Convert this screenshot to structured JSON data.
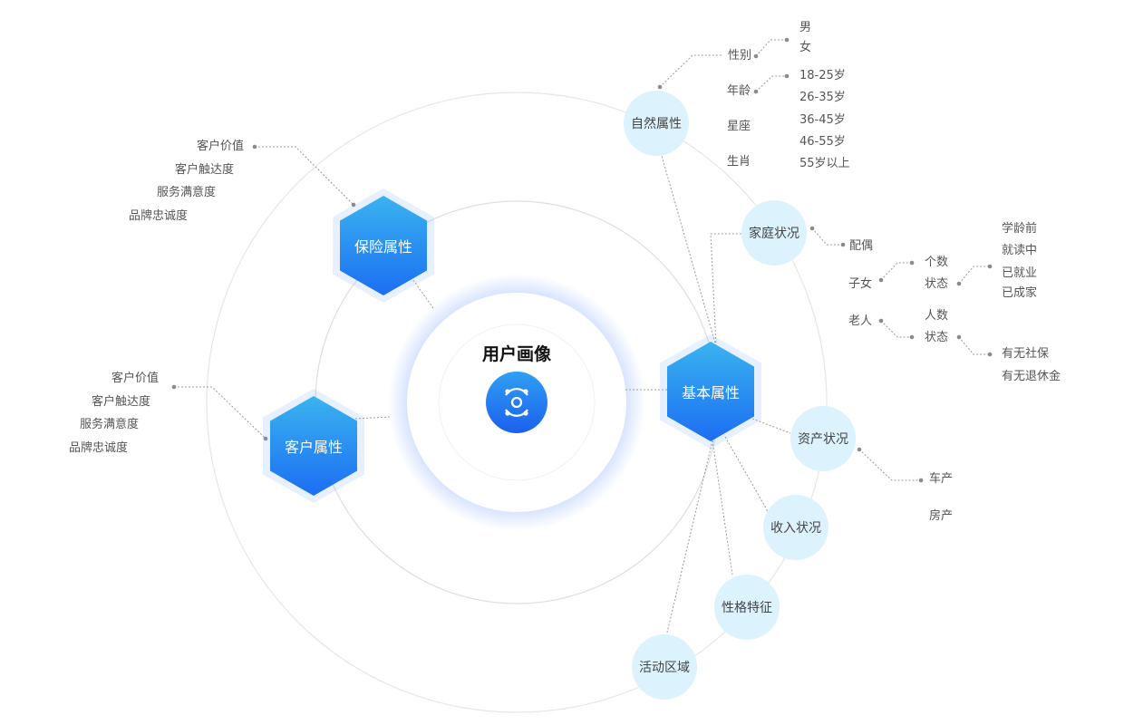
{
  "center": {
    "title": "用户画像",
    "icon": "user-portrait-icon"
  },
  "colors": {
    "hex_top": "#3ab3f0",
    "hex_bottom": "#1c6ef2",
    "bubble": "#dcf2fd"
  },
  "insurance": {
    "title": "保险属性",
    "items": [
      "客户价值",
      "客户触达度",
      "服务满意度",
      "品牌忠诚度"
    ]
  },
  "customer": {
    "title": "客户属性",
    "items": [
      "客户价值",
      "客户触达度",
      "服务满意度",
      "品牌忠诚度"
    ]
  },
  "basic": {
    "title": "基本属性",
    "natural": {
      "title": "自然属性",
      "fields": [
        "性别",
        "年龄",
        "星座",
        "生肖"
      ],
      "gender": [
        "男",
        "女"
      ],
      "ages": [
        "18-25岁",
        "26-35岁",
        "36-45岁",
        "46-55岁",
        "55岁以上"
      ]
    },
    "family": {
      "title": "家庭状况",
      "spouse": "配偶",
      "children": "子女",
      "elderly": "老人",
      "count": "个数",
      "status": "状态",
      "people_count": "人数",
      "children_status": [
        "学龄前",
        "就读中",
        "已就业",
        "已成家"
      ],
      "elderly_status": [
        "有无社保",
        "有无退休金"
      ]
    },
    "assets": {
      "title": "资产状况",
      "items": [
        "车产",
        "房产"
      ]
    },
    "income": {
      "title": "收入状况"
    },
    "personality": {
      "title": "性格特征"
    },
    "activity": {
      "title": "活动区域"
    }
  }
}
